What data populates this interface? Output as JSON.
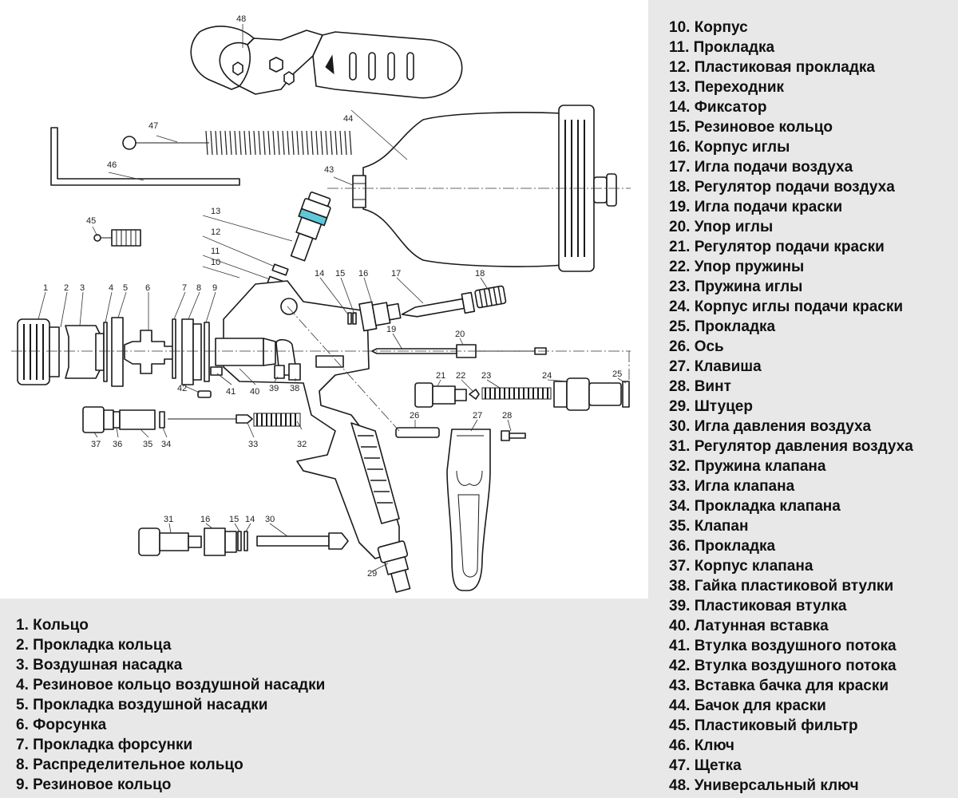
{
  "legend_right": [
    "10. Корпус",
    "11. Прокладка",
    "12. Пластиковая прокладка",
    "13. Переходник",
    "14. Фиксатор",
    "15. Резиновое кольцо",
    "16. Корпус иглы",
    "17. Игла подачи воздуха",
    "18. Регулятор подачи воздуха",
    "19. Игла подачи краски",
    "20. Упор иглы",
    "21. Регулятор подачи краски",
    "22. Упор пружины",
    "23. Пружина иглы",
    "24. Корпус иглы подачи краски",
    "25. Прокладка",
    "26. Ось",
    "27. Клавиша",
    "28. Винт",
    "29. Штуцер",
    "30. Игла давления воздуха",
    "31. Регулятор давления воздуха",
    "32. Пружина клапана",
    "33. Игла клапана",
    "34. Прокладка клапана",
    "35. Клапан",
    "36. Прокладка",
    "37. Корпус клапана",
    "38. Гайка пластиковой втулки",
    "39. Пластиковая втулка",
    "40. Латунная вставка",
    "41. Втулка воздушного потока",
    "42. Втулка воздушного потока",
    "43. Вставка бачка для краски",
    "44. Бачок для краски",
    "45. Пластиковый фильтр",
    "46. Ключ",
    "47. Щетка",
    "48. Универсальный ключ"
  ],
  "legend_bottom": [
    "1. Кольцо",
    "2. Прокладка кольца",
    "3. Воздушная насадка",
    "4. Резиновое кольцо воздушной насадки",
    "5. Прокладка воздушной насадки",
    "6. Форсунка",
    "7. Прокладка форсунки",
    "8. Распределительное кольцо",
    "9. Резиновое кольцо"
  ],
  "callouts": [
    "1",
    "2",
    "3",
    "4",
    "5",
    "6",
    "7",
    "8",
    "9",
    "10",
    "11",
    "12",
    "13",
    "14",
    "15",
    "16",
    "17",
    "18",
    "19",
    "20",
    "21",
    "22",
    "23",
    "24",
    "25",
    "26",
    "27",
    "28",
    "29",
    "30",
    "31",
    "32",
    "33",
    "34",
    "35",
    "36",
    "37",
    "38",
    "39",
    "40",
    "41",
    "42",
    "43",
    "44",
    "45",
    "46",
    "47",
    "48"
  ],
  "callouts_extra": [
    "16",
    "15",
    "14"
  ],
  "colors": {
    "background": "#e8e8e8",
    "panel": "#ffffff",
    "ink": "#1a1a1a",
    "highlight": "#5fc8d8"
  }
}
